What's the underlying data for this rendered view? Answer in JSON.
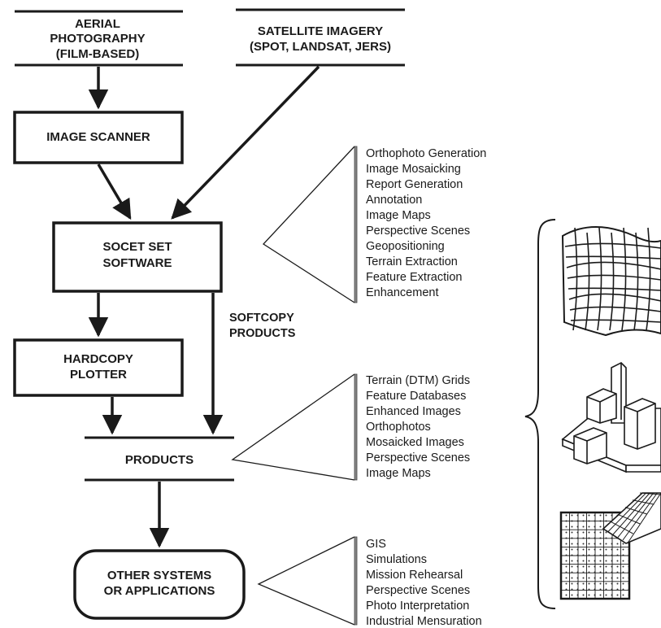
{
  "sources": {
    "aerial": [
      "AERIAL",
      "PHOTOGRAPHY",
      "(FILM-BASED)"
    ],
    "satellite": [
      "SATELLITE IMAGERY",
      "(SPOT, LANDSAT, JERS)"
    ]
  },
  "nodes": {
    "scanner": [
      "IMAGE SCANNER"
    ],
    "socet": [
      "SOCET SET",
      "SOFTWARE"
    ],
    "plotter": [
      "HARDCOPY",
      "PLOTTER"
    ],
    "products": [
      "PRODUCTS"
    ],
    "other": [
      "OTHER SYSTEMS",
      "OR APPLICATIONS"
    ]
  },
  "softcopy_label": [
    "SOFTCOPY",
    "PRODUCTS"
  ],
  "lists": {
    "software_functions": [
      "Orthophoto Generation",
      "Image Mosaicking",
      "Report Generation",
      "Annotation",
      "Image Maps",
      "Perspective Scenes",
      "Geopositioning",
      "Terrain Extraction",
      "Feature Extraction",
      "Enhancement"
    ],
    "product_types": [
      "Terrain (DTM) Grids",
      "Feature Databases",
      "Enhanced Images",
      "Orthophotos",
      "Mosaicked Images",
      "Perspective Scenes",
      "Image Maps"
    ],
    "applications": [
      "GIS",
      "Simulations",
      "Mission Rehearsal",
      "Perspective Scenes",
      "Photo Interpretation",
      "Industrial Mensuration"
    ]
  },
  "illustrations": [
    "terrain-mesh-icon",
    "3d-buildings-icon",
    "grid-perspective-icon"
  ]
}
